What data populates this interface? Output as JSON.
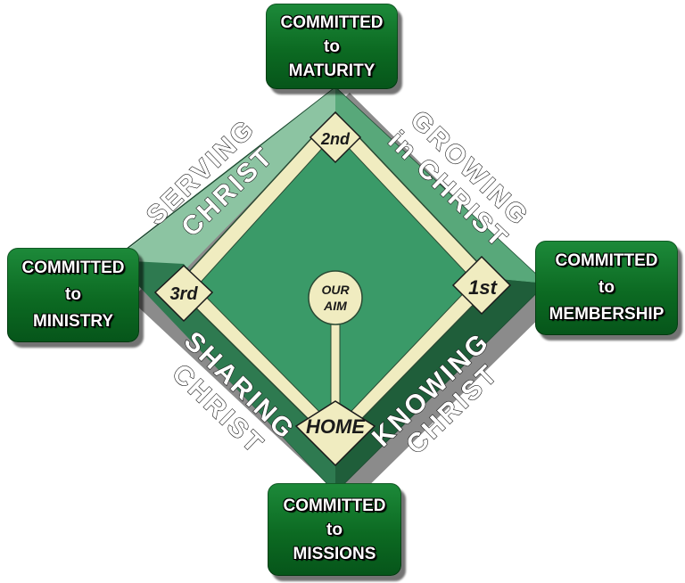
{
  "commitments": {
    "maturity": {
      "line1": "COMMITTED",
      "line2": "to",
      "line3": "MATURITY"
    },
    "ministry": {
      "line1": "COMMITTED",
      "line2": "to",
      "line3": "MINISTRY"
    },
    "membership": {
      "line1": "COMMITTED",
      "line2": "to",
      "line3": "MEMBERSHIP"
    },
    "missions": {
      "line1": "COMMITTED",
      "line2": "to",
      "line3": "MISSIONS"
    }
  },
  "paths": {
    "serving": {
      "line1": "SERVING",
      "line2": "CHRIST"
    },
    "growing": {
      "line1": "GROWING",
      "line2": "in CHRIST"
    },
    "sharing": {
      "line1": "SHARING",
      "line2": "CHRIST"
    },
    "knowing": {
      "line1": "KNOWING",
      "line2": "CHRIST"
    }
  },
  "bases": {
    "second": "2nd",
    "first": "1st",
    "third": "3rd",
    "home": "HOME"
  },
  "aim": {
    "line1": "OUR",
    "line2": "AIM"
  },
  "colors": {
    "field": "#3a9a68",
    "band_top_left": "#8cc4a2",
    "band_top_right": "#58a87a",
    "band_bottom_left": "#2e7a50",
    "band_bottom_right": "#1f5e3a",
    "base_path": "#f0ecc0",
    "box_green": "#0c6a22"
  }
}
